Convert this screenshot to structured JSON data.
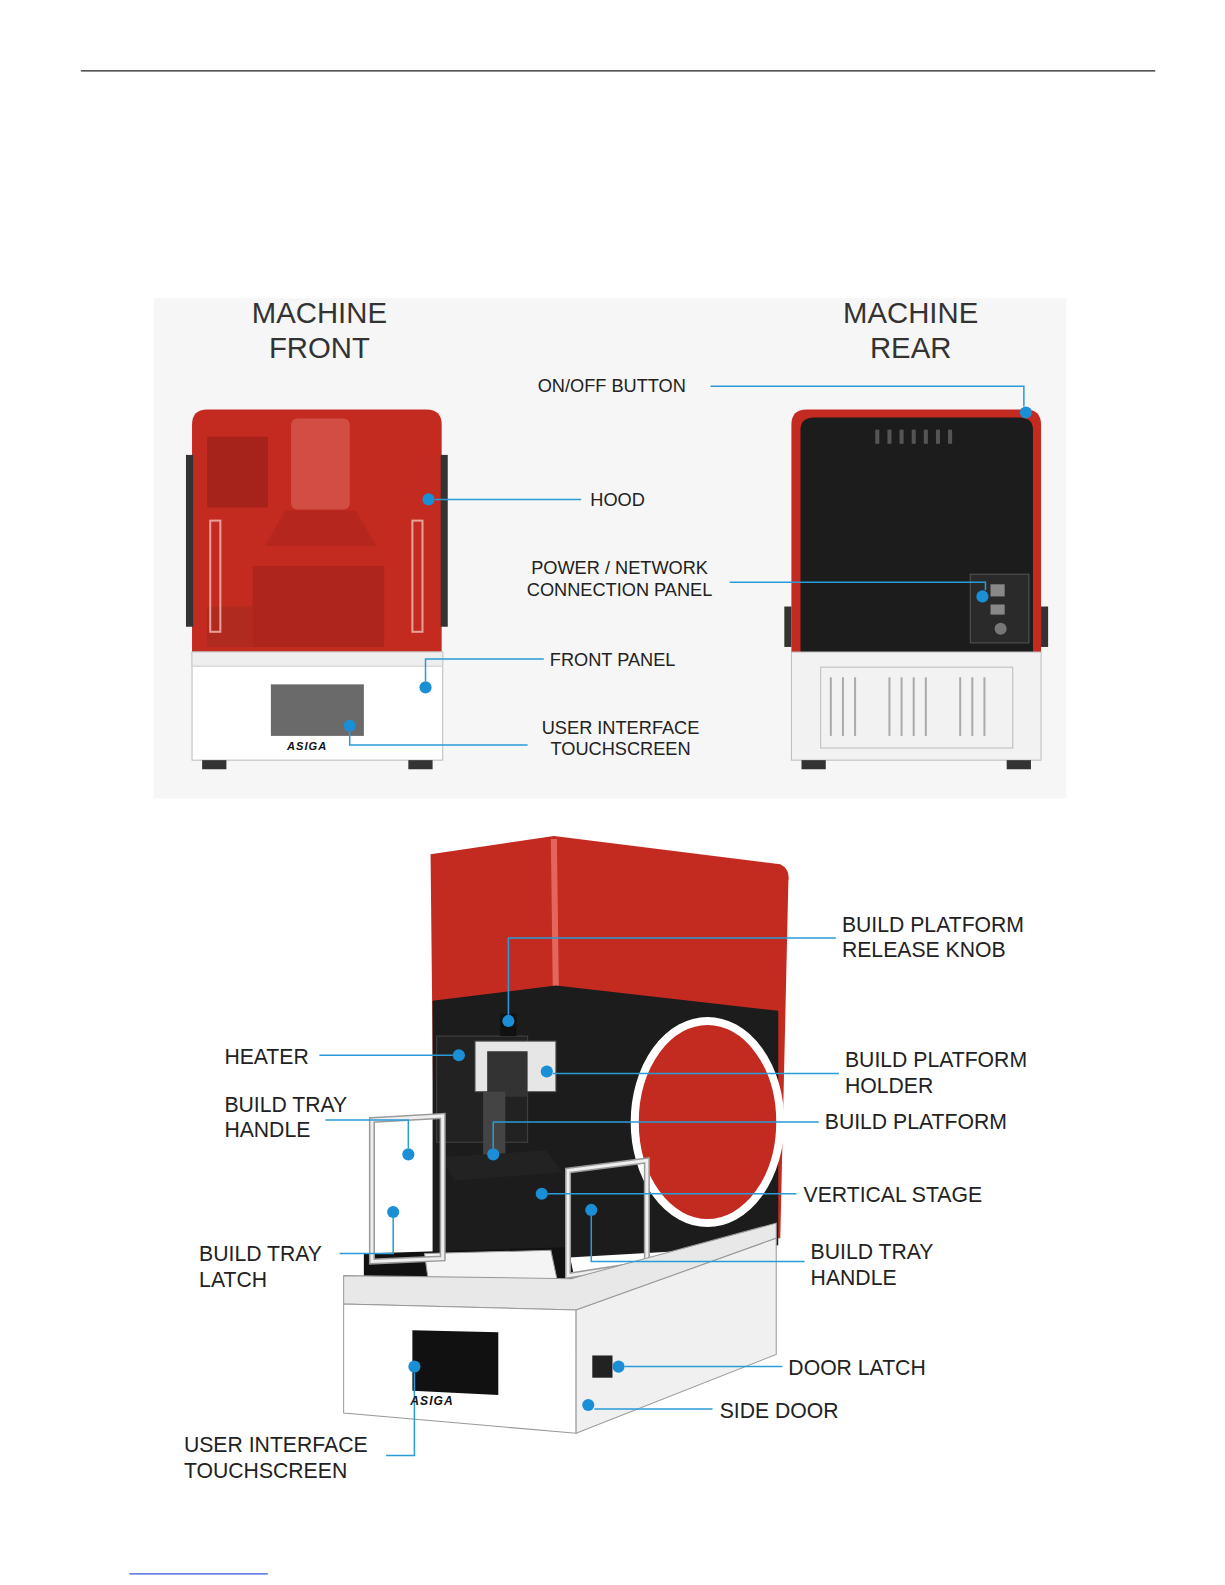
{
  "diagram": {
    "labels": [
      "MACHINE FRONT",
      "MACHINE REAR",
      "ON/OFF BUTTON",
      "HOOD",
      "POWER / NETWORK CONNECTION PANEL",
      "FRONT PANEL",
      "USER INTERFACE TOUCHSCREEN",
      "ASIGA",
      "BUILD PLATFORM RELEASE KNOB",
      "HEATER",
      "BUILD PLATFORM HOLDER",
      "BUILD TRAY HANDLE",
      "BUILD PLATFORM",
      "VERTICAL STAGE",
      "BUILD TRAY LATCH",
      "BUILD TRAY HANDLE",
      "DOOR LATCH",
      "SIDE DOOR",
      "USER INTERFACE TOUCHSCREEN",
      "ASIGA"
    ]
  }
}
